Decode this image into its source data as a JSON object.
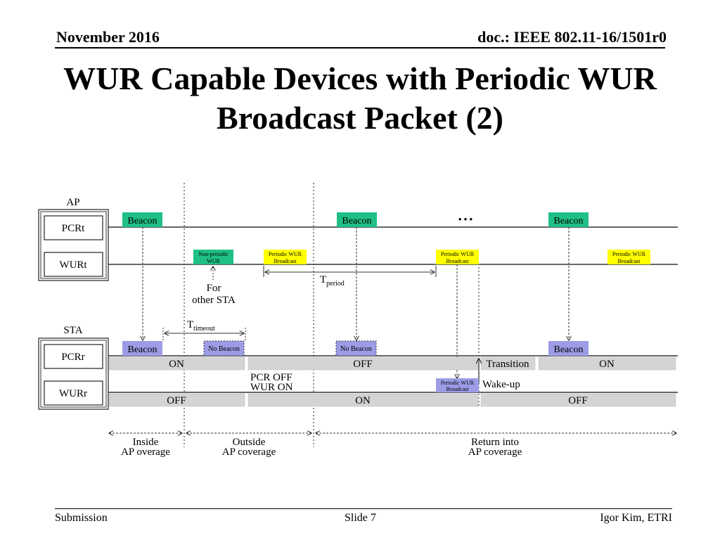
{
  "header": {
    "date": "November 2016",
    "doc": "doc.: IEEE 802.11-16/1501r0"
  },
  "title": {
    "line1": "WUR Capable Devices with Periodic WUR",
    "line2": "Broadcast Packet (2)"
  },
  "diagram": {
    "ap_label": "AP",
    "sta_label": "STA",
    "pcrt": "PCRt",
    "wurt": "WURt",
    "pcrr": "PCRr",
    "wurr": "WURr",
    "beacon": "Beacon",
    "no_beacon": "No Beacon",
    "nonperiodic_l1": "Non-periodic",
    "nonperiodic_l2": "WUR",
    "periodic_l1": "Periodic WUR",
    "periodic_l2": "Broadcast",
    "for_other_l1": "For",
    "for_other_l2": "other STA",
    "t_main": "T",
    "t_period_sub": "period",
    "t_timeout_sub": "timeout",
    "ellipsis": "• • •",
    "on": "ON",
    "off": "OFF",
    "transition": "Transition",
    "pcr_off": "PCR OFF",
    "wur_on": "WUR ON",
    "wake_up": "Wake-up",
    "inside_l1": "Inside",
    "inside_l2": "AP overage",
    "outside_l1": "Outside",
    "outside_l2": "AP coverage",
    "return_l1": "Return into",
    "return_l2": "AP coverage",
    "colors": {
      "beacon": "#1fbf86",
      "periodic": "#ffff00",
      "sta_box": "#9c9ce6",
      "state_bar": "#d4d4d4"
    }
  },
  "footer": {
    "submission": "Submission",
    "slide": "Slide 7",
    "author": "Igor Kim, ETRI"
  }
}
